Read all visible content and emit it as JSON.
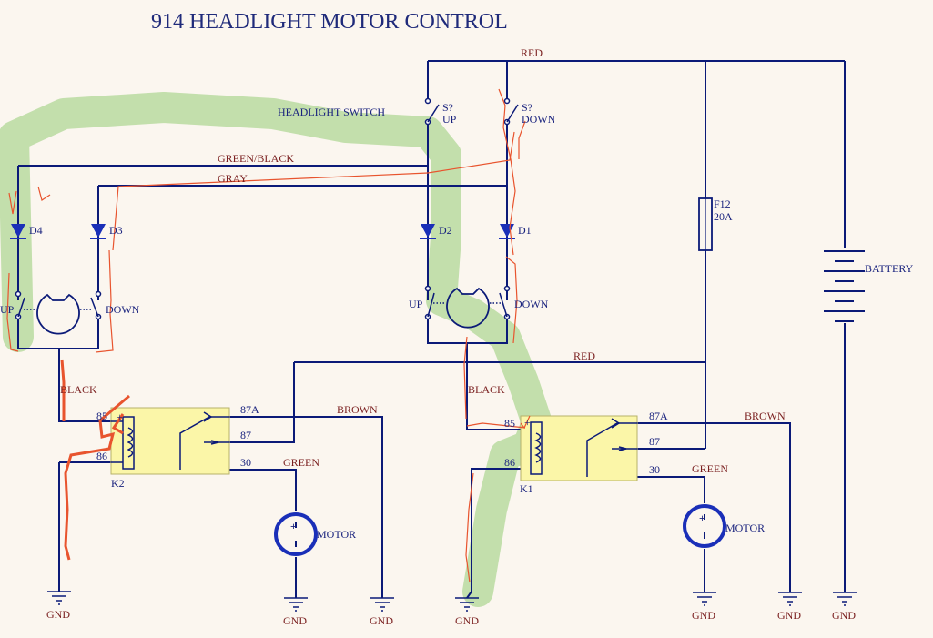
{
  "title": "914 HEADLIGHT MOTOR CONTROL",
  "switch_label": "HEADLIGHT SWITCH",
  "switches": {
    "up": {
      "ref": "S?",
      "name": "UP"
    },
    "down": {
      "ref": "S?",
      "name": "DOWN"
    }
  },
  "wires": {
    "red_top": "RED",
    "green_black": "GREEN/BLACK",
    "gray": "GRAY",
    "red_mid": "RED",
    "black_left": "BLACK",
    "black_right": "BLACK",
    "brown_left": "BROWN",
    "brown_right": "BROWN",
    "green_left": "GREEN",
    "green_right": "GREEN"
  },
  "diodes": {
    "d1": "D1",
    "d2": "D2",
    "d3": "D3",
    "d4": "D4"
  },
  "limit_switches": {
    "left_up": "UP",
    "left_down": "DOWN",
    "right_up": "UP",
    "right_down": "DOWN"
  },
  "fuse": {
    "ref": "F12",
    "rating": "20A"
  },
  "battery": "BATTERY",
  "relays": {
    "left": {
      "ref": "K2",
      "pin85": "85",
      "pin86": "86",
      "pin87a": "87A",
      "pin87": "87",
      "pin30": "30"
    },
    "right": {
      "ref": "K1",
      "pin85": "85",
      "pin86": "86",
      "pin87a": "87A",
      "pin87": "87",
      "pin30": "30"
    }
  },
  "motors": {
    "left": "MOTOR",
    "right": "MOTOR"
  },
  "polarity": {
    "plus": "+",
    "minus": "-"
  },
  "ground": "GND"
}
